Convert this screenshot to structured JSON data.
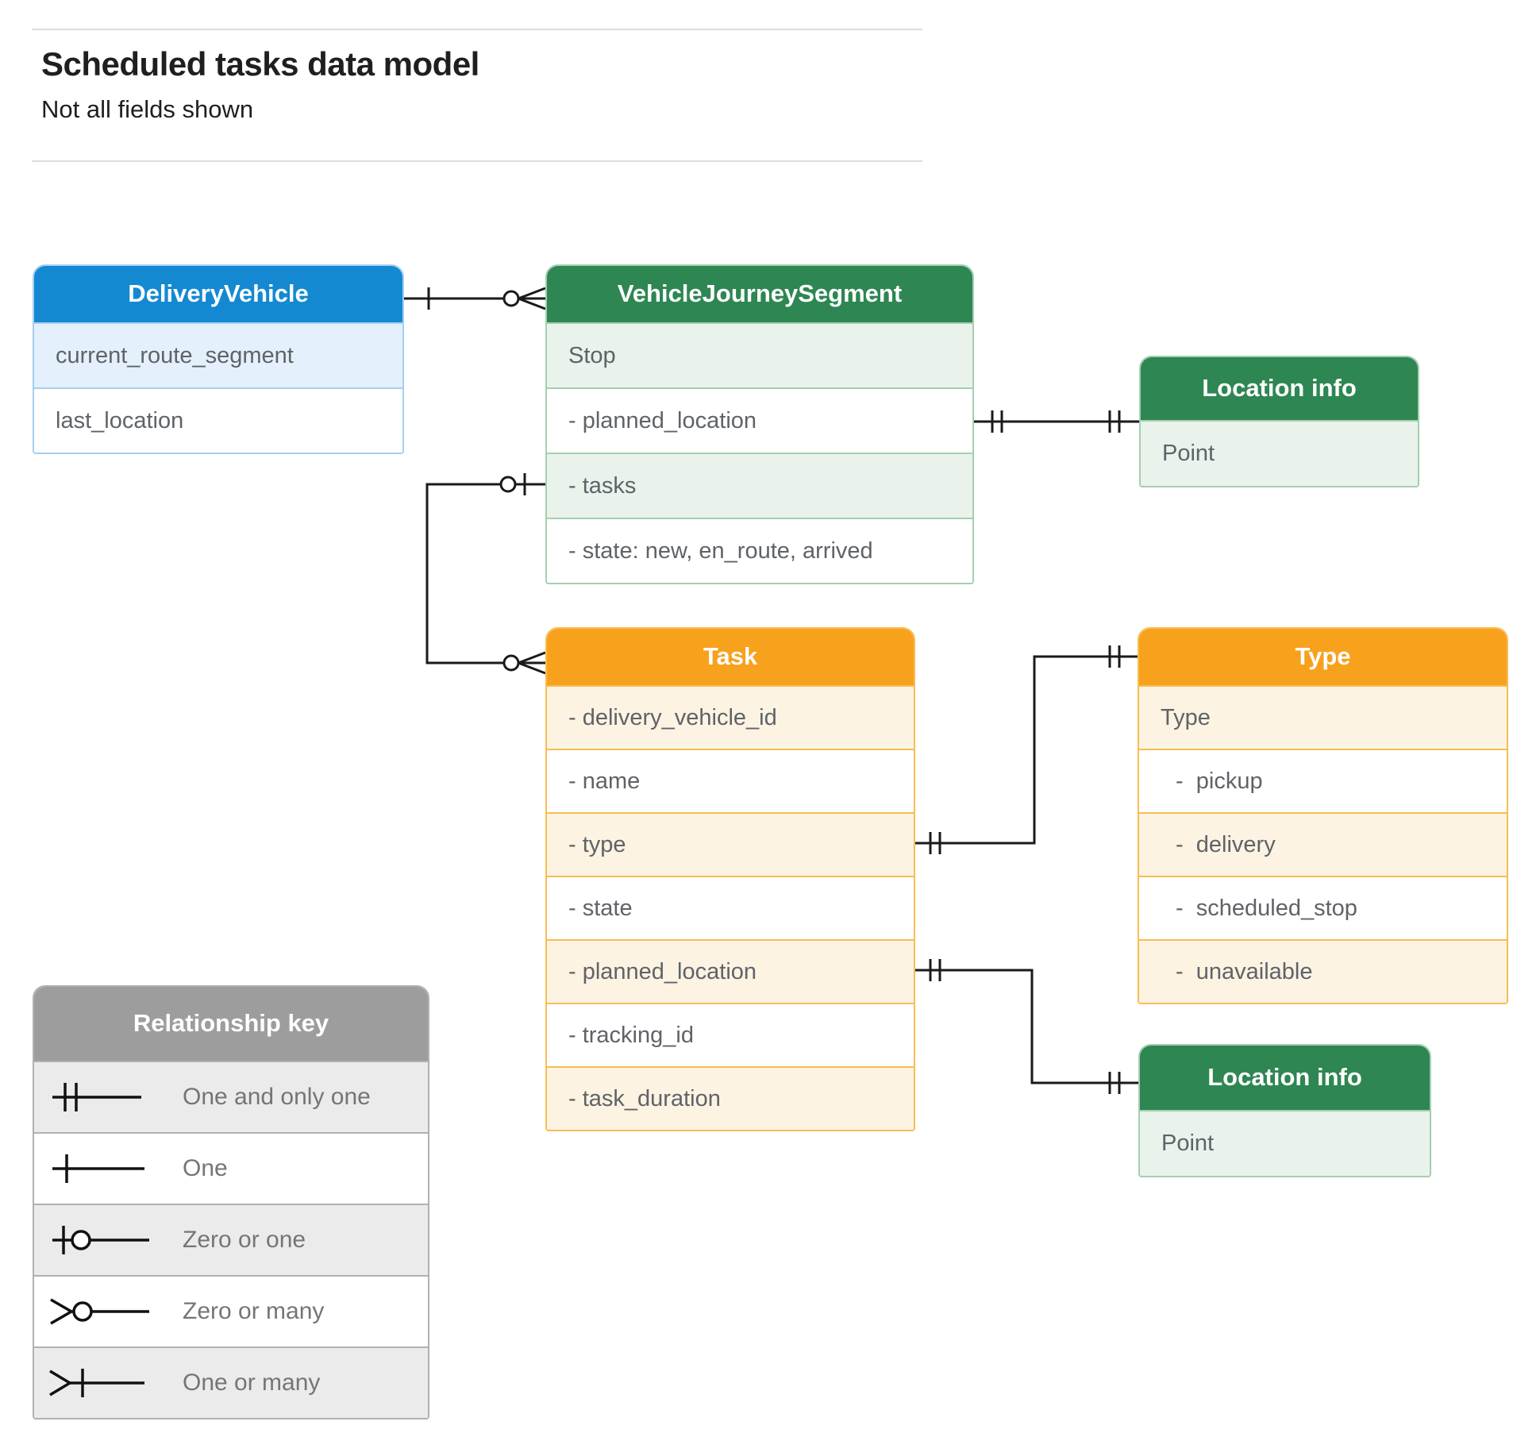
{
  "header": {
    "title": "Scheduled tasks data model",
    "subtitle": "Not all fields shown"
  },
  "themes": {
    "blue": {
      "header": "#1489d2",
      "border": "#a6cff2",
      "shade": "#e4f0fb"
    },
    "green": {
      "header": "#2e8653",
      "border": "#a5cfb0",
      "shade": "#e9f2eb"
    },
    "orange": {
      "header": "#f7a11c",
      "border": "#f8bd54",
      "shade": "#fcf3e2"
    },
    "gray": {
      "header": "#9d9d9d",
      "border": "#b1b1b1",
      "shade": "#ebebeb"
    }
  },
  "text_colors": {
    "field": "#5f6368",
    "legend_label": "#757575",
    "title": "#1f1f1f"
  },
  "tables": {
    "delivery_vehicle": {
      "title": "DeliveryVehicle",
      "theme": "blue",
      "rows": [
        {
          "text": "current_route_segment",
          "shaded": true
        },
        {
          "text": "last_location"
        }
      ]
    },
    "vehicle_journey_segment": {
      "title": "VehicleJourneySegment",
      "theme": "green",
      "rows": [
        {
          "text": "Stop",
          "shaded": true
        },
        {
          "text": "- planned_location"
        },
        {
          "text": "- tasks",
          "shaded": true
        },
        {
          "text": "- state: new, en_route, arrived"
        }
      ]
    },
    "location_info_top": {
      "title": "Location info",
      "theme": "green",
      "rows": [
        {
          "text": "Point",
          "shaded": true
        }
      ]
    },
    "task": {
      "title": "Task",
      "theme": "orange",
      "rows": [
        {
          "text": "- delivery_vehicle_id",
          "shaded": true
        },
        {
          "text": "- name"
        },
        {
          "text": "- type",
          "shaded": true
        },
        {
          "text": "- state"
        },
        {
          "text": "- planned_location",
          "shaded": true
        },
        {
          "text": "- tracking_id"
        },
        {
          "text": "- task_duration",
          "shaded": true
        }
      ]
    },
    "type": {
      "title": "Type",
      "theme": "orange",
      "rows": [
        {
          "text": "Type",
          "shaded": true
        },
        {
          "text": "-  pickup",
          "indent": true
        },
        {
          "text": "-  delivery",
          "shaded": true,
          "indent": true
        },
        {
          "text": "-  scheduled_stop",
          "indent": true
        },
        {
          "text": "-  unavailable",
          "shaded": true,
          "indent": true
        }
      ]
    },
    "location_info_bottom": {
      "title": "Location info",
      "theme": "green",
      "rows": [
        {
          "text": "Point",
          "shaded": true
        }
      ]
    }
  },
  "legend": {
    "title": "Relationship key",
    "theme": "gray",
    "items": [
      {
        "symbol": "one-and-only-one",
        "label": "One and only one",
        "shaded": true
      },
      {
        "symbol": "one",
        "label": "One"
      },
      {
        "symbol": "zero-or-one",
        "label": "Zero or one",
        "shaded": true
      },
      {
        "symbol": "zero-or-many",
        "label": "Zero or many"
      },
      {
        "symbol": "one-or-many",
        "label": "One or many",
        "shaded": true
      }
    ]
  },
  "relationships": [
    {
      "from": "DeliveryVehicle",
      "to": "VehicleJourneySegment",
      "from_cardinality": "one",
      "to_cardinality": "zero-or-many"
    },
    {
      "from": "VehicleJourneySegment.tasks",
      "to": "Task",
      "from_cardinality": "zero-or-one",
      "to_cardinality": "zero-or-many"
    },
    {
      "from": "VehicleJourneySegment.planned_location",
      "to": "Location info",
      "from_cardinality": "one-and-only-one",
      "to_cardinality": "one-and-only-one"
    },
    {
      "from": "Task.type",
      "to": "Type",
      "from_cardinality": "one-and-only-one",
      "to_cardinality": "one-and-only-one"
    },
    {
      "from": "Task.planned_location",
      "to": "Location info",
      "from_cardinality": "one-and-only-one",
      "to_cardinality": "one-and-only-one"
    }
  ]
}
